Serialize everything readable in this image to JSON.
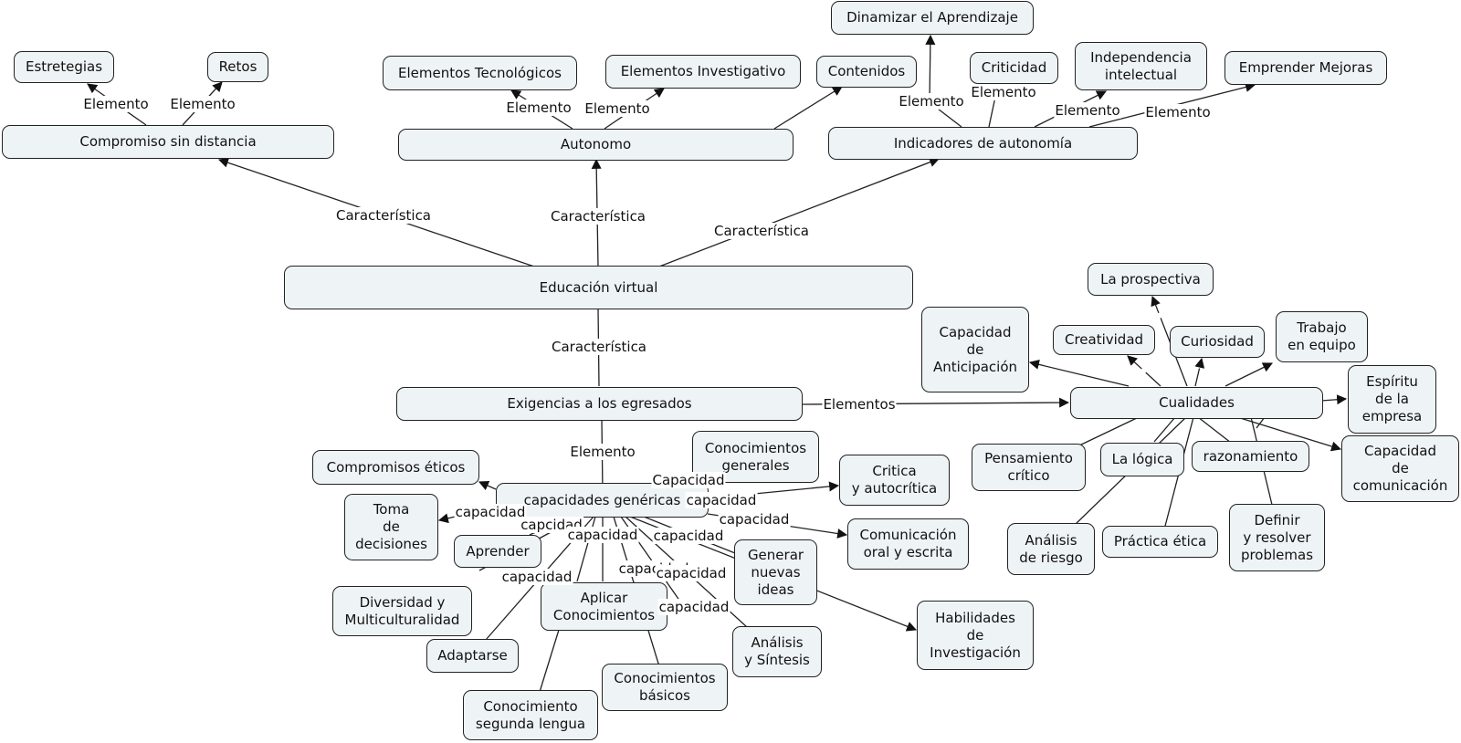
{
  "nodes": {
    "educacion": "Educación virtual",
    "compromiso": "Compromiso sin distancia",
    "estretegias": "Estretegias",
    "retos": "Retos",
    "autonomo": "Autonomo",
    "el_tec": "Elementos Tecnológicos",
    "el_inv": "Elementos Investigativo",
    "contenidos": "Contenidos",
    "indicadores": "Indicadores de autonomía",
    "dinamizar": "Dinamizar el Aprendizaje",
    "criticidad": "Criticidad",
    "independencia": "Independencia\nintelectual",
    "emprender": "Emprender Mejoras",
    "exigencias": "Exigencias a los egresados",
    "cualidades": "Cualidades",
    "cap_gen": "capacidades genéricas",
    "comp_eticos": "Compromisos éticos",
    "toma": "Toma\nde\ndecisiones",
    "aprender": "Aprender",
    "diversidad": "Diversidad y\nMulticulturalidad",
    "adaptarse": "Adaptarse",
    "aplicar": "Aplicar\nConocimientos",
    "con_segunda": "Conocimiento\nsegunda lengua",
    "con_basicos": "Conocimientos\nbásicos",
    "analisis_sint": "Análisis\ny Síntesis",
    "generar": "Generar\nnuevas\nideas",
    "con_generales": "Conocimientos\ngenerales",
    "critica": "Critica\ny autocrítica",
    "comunicacion_oral": "Comunicación\noral y escrita",
    "habilidades": "Habilidades\nde\nInvestigación",
    "cap_anticipacion": "Capacidad\nde\nAnticipación",
    "creatividad": "Creatividad",
    "prospectiva": "La prospectiva",
    "curiosidad": "Curiosidad",
    "trabajo": "Trabajo\nen equipo",
    "espiritu": "Espíritu\nde la\nempresa",
    "cap_comunicacion": "Capacidad\nde\ncomunicación",
    "pensamiento": "Pensamiento\ncrítico",
    "logica": "La lógica",
    "razonamiento": "razonamiento",
    "analisis_riesgo": "Análisis\nde riesgo",
    "practica": "Práctica ética",
    "definir": "Definir\ny resolver\nproblemas"
  },
  "labels": {
    "elemento": "Elemento",
    "caracteristica": "Característica",
    "elementos": "Elementos",
    "capacidad": "capacidad",
    "capcidad": "capcidad",
    "capacidad_cap": "Capacidad"
  },
  "colors": {
    "node_fill": "#eef4f6",
    "stroke": "#222222"
  }
}
